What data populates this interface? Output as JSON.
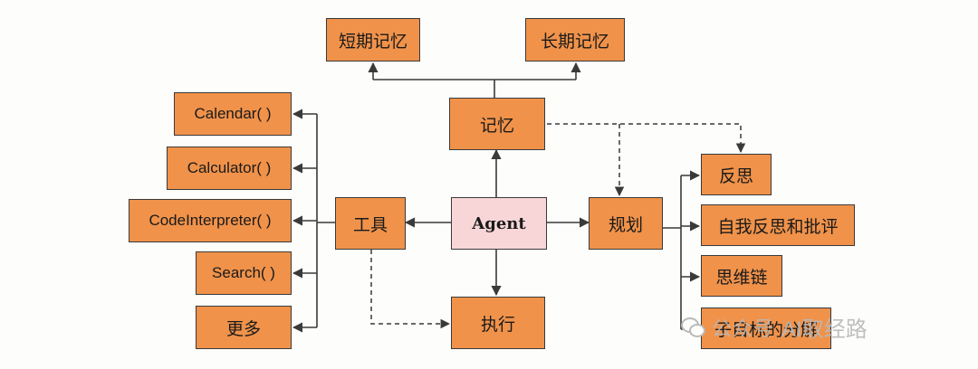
{
  "diagram": {
    "nodes": {
      "short_memory": "短期记忆",
      "long_memory": "长期记忆",
      "memory": "记忆",
      "agent": "Agent",
      "tools": "工具",
      "planning": "规划",
      "action": "执行",
      "calendar": "Calendar( )",
      "calculator": "Calculator( )",
      "code_interpreter": "CodeInterpreter( )",
      "search": "Search( )",
      "more": "更多",
      "reflection": "反思",
      "self_critique": "自我反思和批评",
      "chain_of_thought": "思维链",
      "subgoal": "子目标的分解"
    },
    "watermark": {
      "channel": "公众号",
      "name": "AI取经路"
    },
    "colors": {
      "node_fill": "#f0924a",
      "agent_fill": "#f8d6d8",
      "line": "#3a3a3a"
    }
  }
}
